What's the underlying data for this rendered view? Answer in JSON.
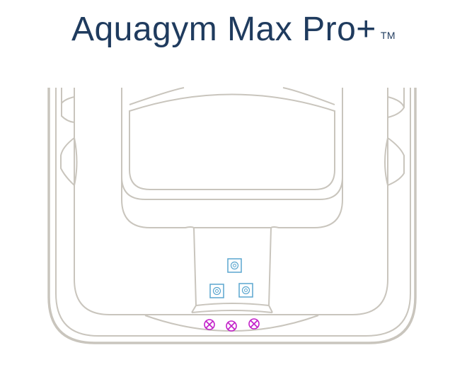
{
  "header": {
    "title": "Aquagym Max Pro+",
    "trademark": "TM"
  },
  "diagram": {
    "type": "spa-top-view",
    "line_color": "#c9c5bd",
    "jets": [
      {
        "id": "jet-top",
        "icon": "square-jet-icon",
        "color": "#5aa6cf"
      },
      {
        "id": "jet-lower-left",
        "icon": "square-jet-icon",
        "color": "#5aa6cf"
      },
      {
        "id": "jet-lower-right",
        "icon": "square-jet-icon",
        "color": "#5aa6cf"
      }
    ],
    "markers": [
      {
        "id": "marker-1",
        "icon": "circled-x-icon",
        "color": "#c21fc9"
      },
      {
        "id": "marker-2",
        "icon": "circled-x-icon",
        "color": "#c21fc9"
      },
      {
        "id": "marker-3",
        "icon": "circled-x-icon",
        "color": "#c21fc9"
      }
    ]
  }
}
